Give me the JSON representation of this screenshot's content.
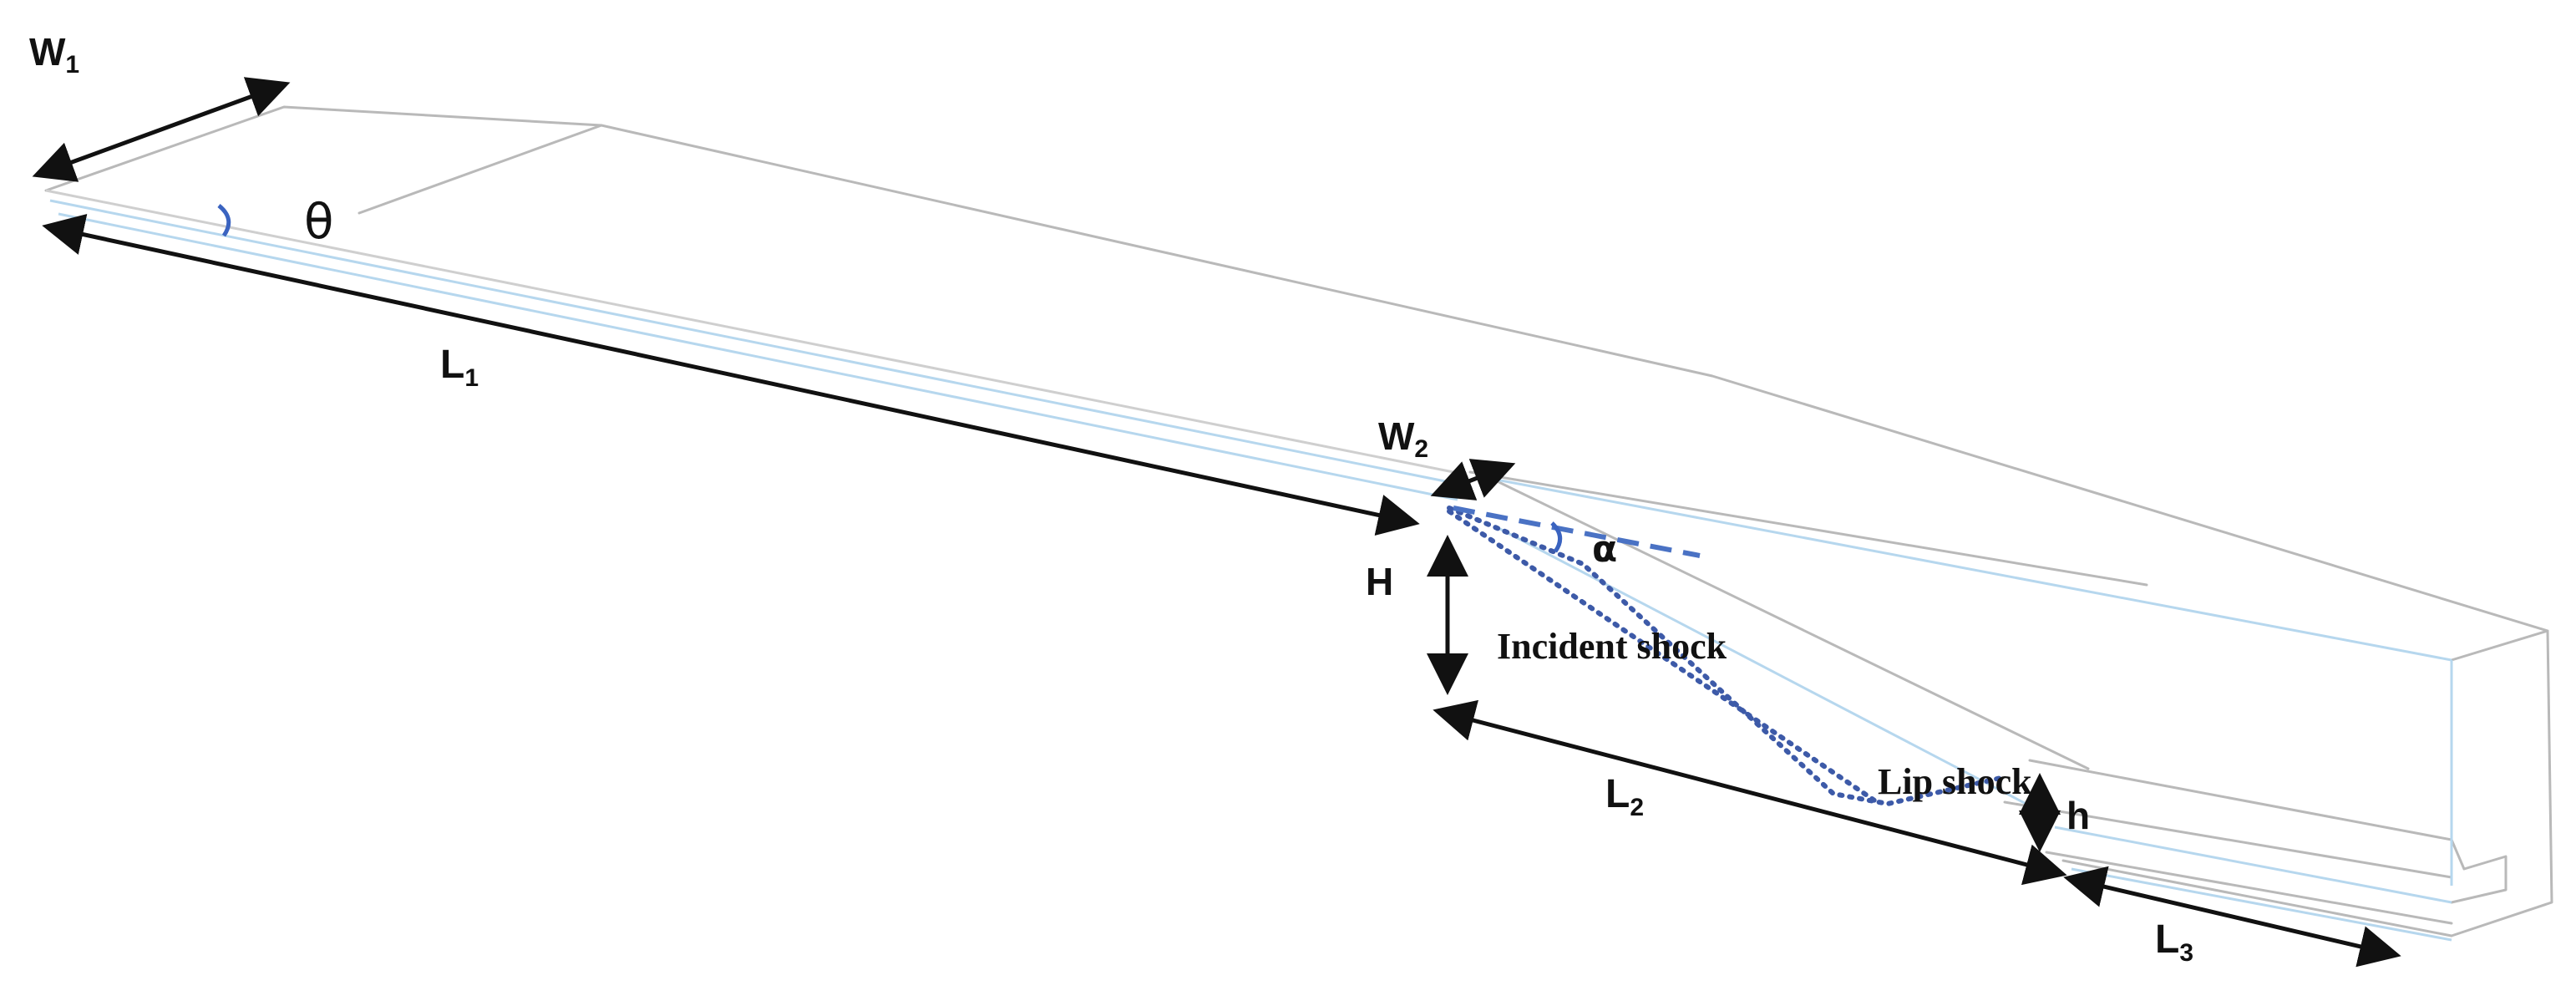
{
  "figure": {
    "labels": {
      "W1": {
        "main": "W",
        "sub": "1"
      },
      "L1": {
        "main": "L",
        "sub": "1"
      },
      "W2": {
        "main": "W",
        "sub": "2"
      },
      "H": "H",
      "L2": {
        "main": "L",
        "sub": "2"
      },
      "L3": {
        "main": "L",
        "sub": "3"
      },
      "h": "h",
      "theta": "θ",
      "alpha": "α",
      "incident_shock": "Incident shock",
      "lip_shock": "Lip shock"
    },
    "colors": {
      "outline": "#b9b9b9",
      "inner_edge": "#b6d7ee",
      "shock_line": "#3d5aa8",
      "angle_mark": "#3a63c0",
      "dimension": "#111111"
    }
  }
}
